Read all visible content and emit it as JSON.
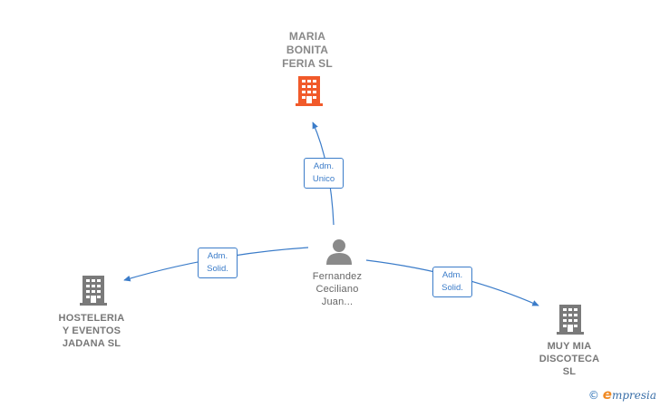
{
  "colors": {
    "edge": "#3b7cc9",
    "main_company": "#f15a2a",
    "company": "#7a7a7a",
    "person": "#8a8a8a"
  },
  "nodes": {
    "main": {
      "label": "MARIA\nBONITA\nFERIA  SL",
      "icon": "building-icon"
    },
    "person": {
      "label": "Fernandez\nCeciliano\nJuan...",
      "icon": "person-icon"
    },
    "left": {
      "label": "HOSTELERIA\nY EVENTOS\nJADANA  SL",
      "icon": "building-icon"
    },
    "right": {
      "label": "MUY MIA\nDISCOTECA\nSL",
      "icon": "building-icon"
    }
  },
  "edges": {
    "to_main": {
      "label": "Adm.\nUnico"
    },
    "to_left": {
      "label": "Adm.\nSolid."
    },
    "to_right": {
      "label": "Adm.\nSolid."
    }
  },
  "watermark": {
    "copyright": "©",
    "brand_first": "e",
    "brand_rest": "mpresia"
  }
}
